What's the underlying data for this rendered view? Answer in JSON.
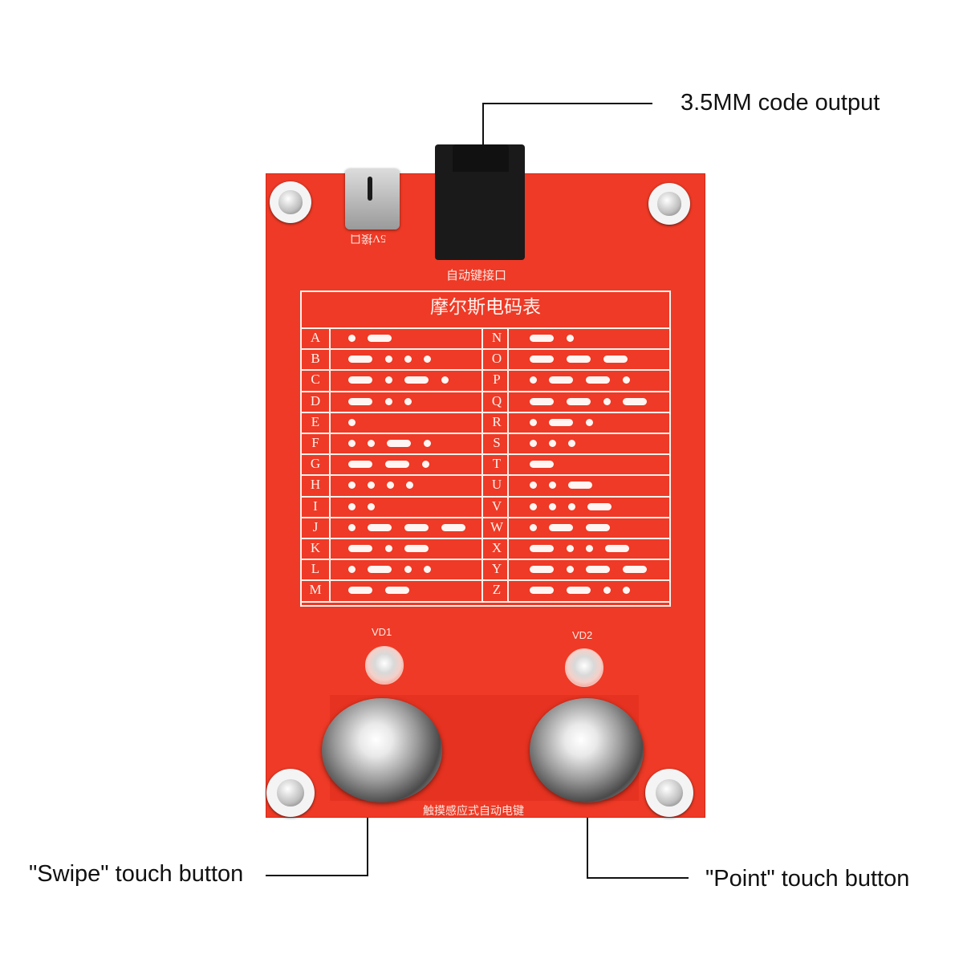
{
  "callouts": {
    "code_output": "3.5MM code output",
    "swipe": "\"Swipe\" touch button",
    "point": "\"Point\" touch button"
  },
  "board": {
    "jack_label": "自动键接口",
    "usb_label": "5V接口",
    "table_title": "摩尔斯电码表",
    "vd1": "VD1",
    "vd2": "VD2",
    "bottom_label": "触摸感应式自动电键",
    "colors": {
      "pcb": "#ee3a26",
      "silkscreen": "#fff1ec"
    }
  },
  "morse_table": {
    "left": [
      {
        "letter": "A",
        "code": ".-"
      },
      {
        "letter": "B",
        "code": "-..."
      },
      {
        "letter": "C",
        "code": "-.-."
      },
      {
        "letter": "D",
        "code": "-.."
      },
      {
        "letter": "E",
        "code": "."
      },
      {
        "letter": "F",
        "code": "..-."
      },
      {
        "letter": "G",
        "code": "--."
      },
      {
        "letter": "H",
        "code": "...."
      },
      {
        "letter": "I",
        "code": ".."
      },
      {
        "letter": "J",
        "code": ".---"
      },
      {
        "letter": "K",
        "code": "-.-"
      },
      {
        "letter": "L",
        "code": ".-.."
      },
      {
        "letter": "M",
        "code": "--"
      }
    ],
    "right": [
      {
        "letter": "N",
        "code": "-."
      },
      {
        "letter": "O",
        "code": "---"
      },
      {
        "letter": "P",
        "code": ".--."
      },
      {
        "letter": "Q",
        "code": "--.-"
      },
      {
        "letter": "R",
        "code": ".-."
      },
      {
        "letter": "S",
        "code": "..."
      },
      {
        "letter": "T",
        "code": "-"
      },
      {
        "letter": "U",
        "code": "..-"
      },
      {
        "letter": "V",
        "code": "...-"
      },
      {
        "letter": "W",
        "code": ".--"
      },
      {
        "letter": "X",
        "code": "-..-"
      },
      {
        "letter": "Y",
        "code": "-.--"
      },
      {
        "letter": "Z",
        "code": "--.."
      }
    ]
  }
}
